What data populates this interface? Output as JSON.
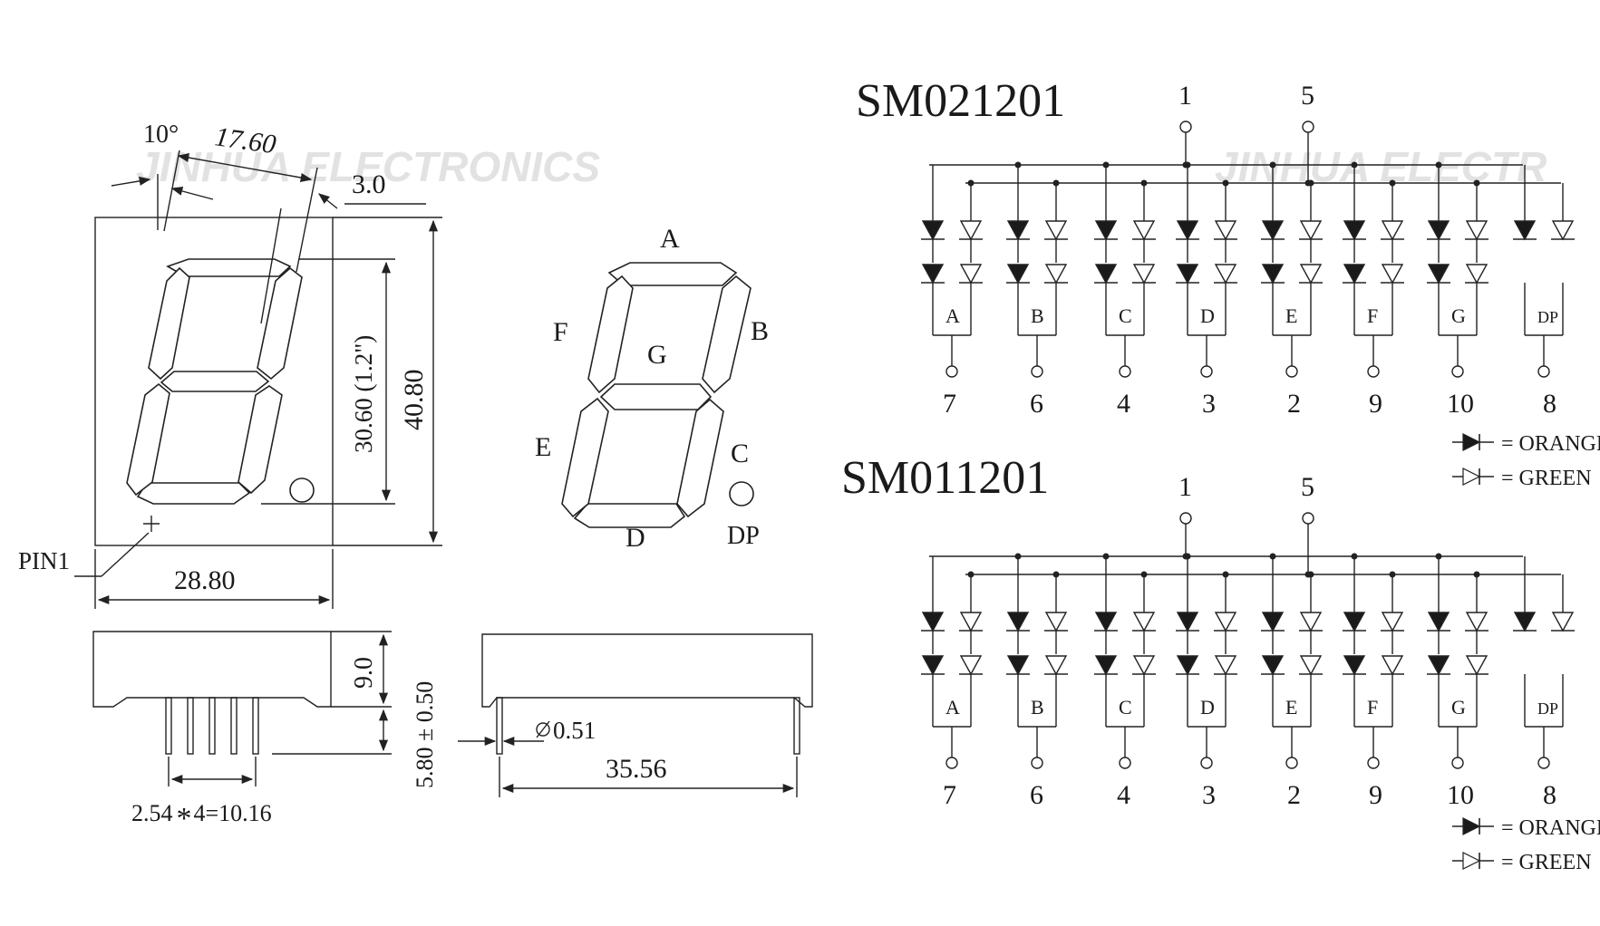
{
  "watermark": {
    "left": "JINHUA ELECTRONICS",
    "right": "JINHUA ELECTR"
  },
  "front_view": {
    "angle": "10°",
    "top_width": "17.60",
    "top_offset": "3.0",
    "digit_height": "30.60 (1.2\")",
    "total_height": "40.80",
    "width": "28.80",
    "pin1": "PIN1"
  },
  "segment_map": {
    "labels": {
      "A": "A",
      "B": "B",
      "C": "C",
      "D": "D",
      "E": "E",
      "F": "F",
      "G": "G",
      "DP": "DP"
    }
  },
  "side_view": {
    "body_height": "9.0",
    "pin_length": "5.80 ± 0.50",
    "pitch": "2.54",
    "pitch_suffix": "4=10.16"
  },
  "end_view": {
    "pin_diameter": "0.51",
    "span": "35.56"
  },
  "schematics": [
    {
      "model": "SM021201",
      "common_pins": [
        "1",
        "5"
      ],
      "segments": [
        "A",
        "B",
        "C",
        "D",
        "E",
        "F",
        "G",
        "DP"
      ],
      "pins": [
        "7",
        "6",
        "4",
        "3",
        "2",
        "9",
        "10",
        "8"
      ],
      "legend": {
        "orange": "= ORANGE",
        "green": "= GREEN"
      }
    },
    {
      "model": "SM011201",
      "common_pins": [
        "1",
        "5"
      ],
      "segments": [
        "A",
        "B",
        "C",
        "D",
        "E",
        "F",
        "G",
        "DP"
      ],
      "pins": [
        "7",
        "6",
        "4",
        "3",
        "2",
        "9",
        "10",
        "8"
      ],
      "legend": {
        "orange": "= ORANGE",
        "green": "= GREEN"
      }
    }
  ],
  "colors": {
    "orange_led": "#1a1a1a",
    "green_led": "#ffffff",
    "line": "#222222"
  }
}
